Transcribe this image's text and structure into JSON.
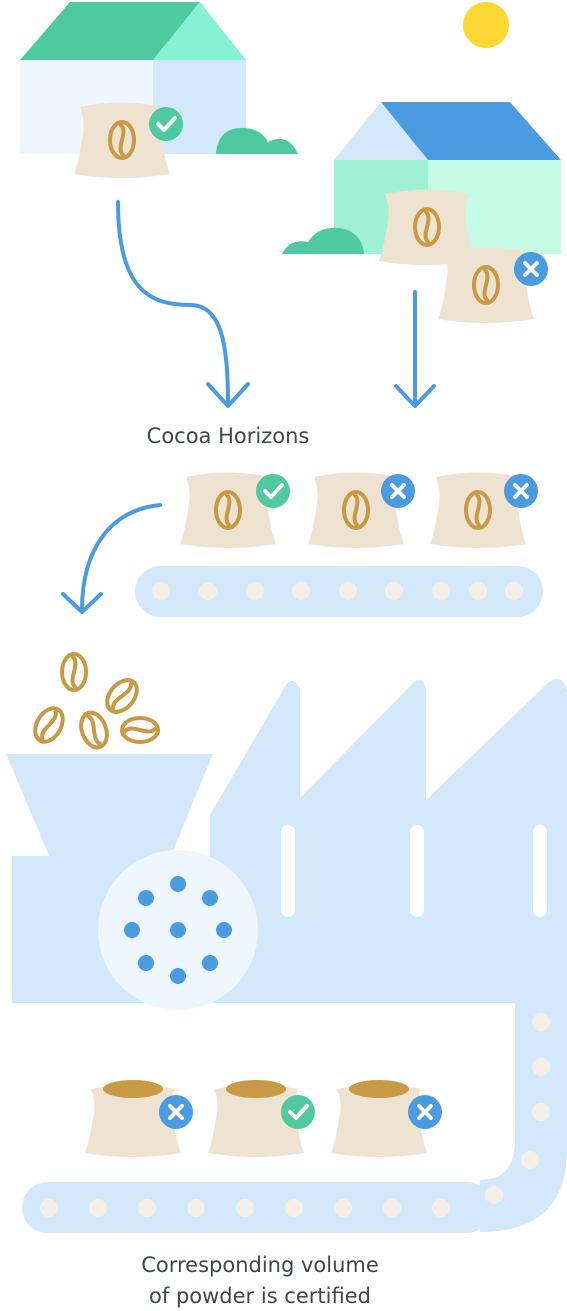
{
  "labels": {
    "aggregator": "Cocoa Horizons",
    "output_line1": "Corresponding volume",
    "output_line2": "of powder is certified"
  },
  "colors": {
    "sack": "#ede3d0",
    "bean": "#c99945",
    "check_badge": "#4ec9a0",
    "cross_badge": "#4a9be0",
    "arrow": "#4a9be0",
    "factory": "#d3e8fb",
    "conveyor_roller": "#f4efe6",
    "sun": "#fdd835",
    "bush": "#4ec9a0"
  },
  "icons": {
    "certified": "check-icon",
    "not_certified": "cross-icon",
    "bean": "cocoa-bean-icon"
  }
}
